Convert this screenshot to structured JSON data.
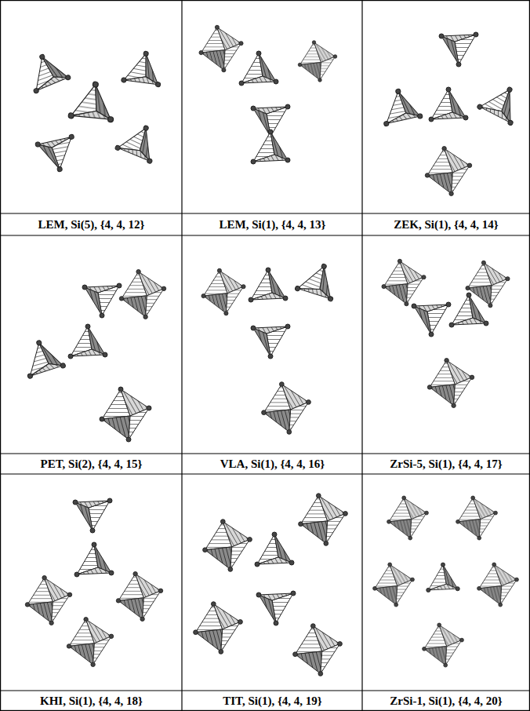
{
  "diagram": {
    "labels": [
      "LEM, Si(5), {4, 4, 12}",
      "LEM, Si(1), {4, 4, 13}",
      "ZEK, Si(1), {4, 4, 14}",
      "PET, Si(2), {4, 4, 15}",
      "VLA, Si(1), {4, 4, 16}",
      "ZrSi-5, Si(1), {4, 4, 17}",
      "KHI, Si(1), {4, 4, 18}",
      "TIT, Si(1), {4, 4, 19}",
      "ZrSi-1, Si(1), {4, 4, 20}"
    ]
  }
}
